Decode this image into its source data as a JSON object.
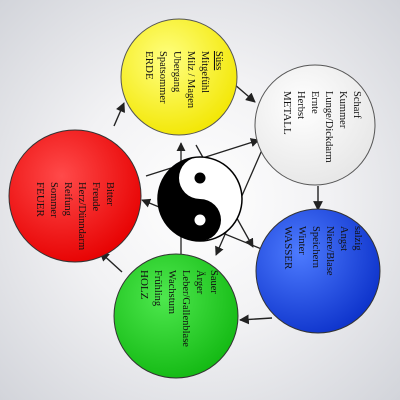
{
  "elements": [
    {
      "id": "erde",
      "title": "ERDE",
      "lines": [
        "Spatsommer",
        "Ubergang",
        "Milz / Magen",
        "Mitgefühl",
        "Süss"
      ],
      "color": "#ffff00",
      "underline_last": true
    },
    {
      "id": "metall",
      "title": "METALL",
      "lines": [
        "Herbst",
        "Ernte",
        "Lunge/Dickdarm",
        "Kummer",
        "Scharf"
      ],
      "color": "#f6f6f6"
    },
    {
      "id": "wasser",
      "title": "WASSER",
      "lines": [
        "Winter",
        "Speichern",
        "Niere/Blase",
        "Angst",
        "salzig"
      ],
      "color": "#1f4fe0"
    },
    {
      "id": "holz",
      "title": "HOLZ",
      "lines": [
        "Frühling",
        "Wachstum",
        "Leber/Gallenblase",
        "Ärger",
        "Sauer"
      ],
      "color": "#1ec71e"
    },
    {
      "id": "feuer",
      "title": "FEUER",
      "lines": [
        "Sommer",
        "Reifung",
        "Herz/Dünndarm",
        "Freude",
        "Bitter"
      ],
      "color": "#ff1a1a"
    }
  ],
  "center_symbol": "yin-yang-icon",
  "arrow_color": "#222222"
}
